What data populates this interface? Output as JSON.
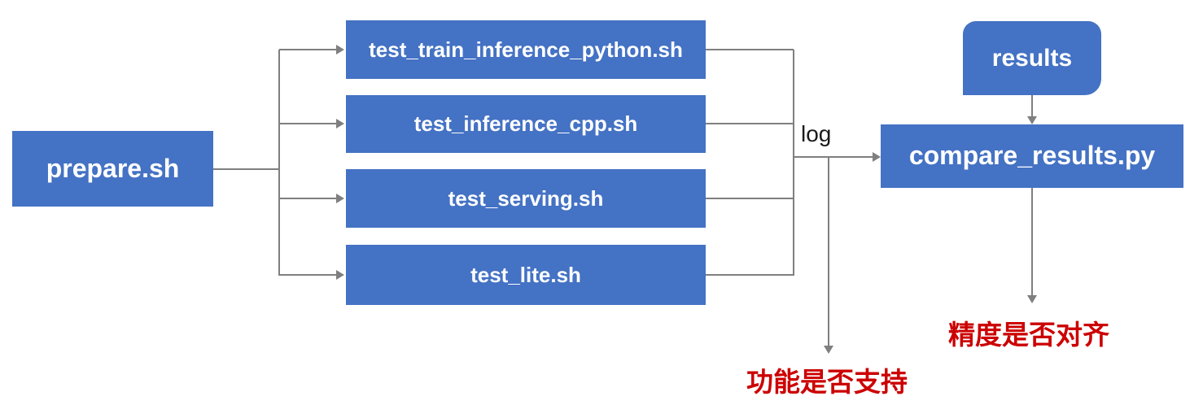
{
  "diagram": {
    "nodes": {
      "prepare": {
        "label": "prepare.sh",
        "shape": "rectangle"
      },
      "tests": [
        {
          "label": "test_train_inference_python.sh",
          "shape": "rectangle"
        },
        {
          "label": "test_inference_cpp.sh",
          "shape": "rectangle"
        },
        {
          "label": "test_serving.sh",
          "shape": "rectangle"
        },
        {
          "label": "test_lite.sh",
          "shape": "rectangle"
        },
        {
          "label": "",
          "shape": ""
        }
      ],
      "results": {
        "label": "results",
        "shape": "rounded-rectangle"
      },
      "compare": {
        "label": "compare_results.py",
        "shape": "rectangle"
      }
    },
    "edge_labels": {
      "log": "log"
    },
    "outcome_labels": {
      "function_support": "功能是否支持",
      "precision_aligned": "精度是否对齐"
    },
    "colors": {
      "node_fill": "#4472C4",
      "node_text": "#ffffff",
      "connector": "#7f7f7f",
      "outcome_text": "#cc0000",
      "edge_label_text": "#1a1a1a",
      "background": "#ffffff"
    }
  }
}
